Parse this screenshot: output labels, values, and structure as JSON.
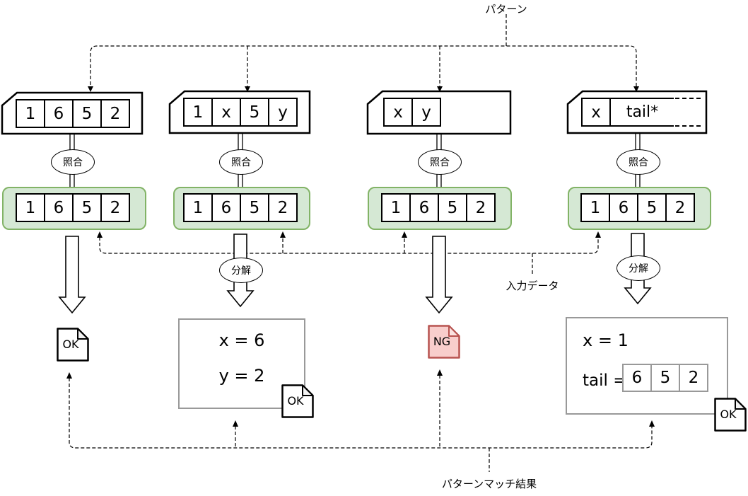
{
  "labels": {
    "pattern": "パターン",
    "input_data": "入力データ",
    "result": "パターンマッチ結果",
    "match": "照合",
    "decompose": "分解"
  },
  "colors": {
    "input_fill": "#d5e8d4",
    "input_border": "#82b366",
    "ng_fill": "#f8cecc",
    "ng_border": "#b85450",
    "result_box_border": "#999999"
  },
  "columns": [
    {
      "pattern_cells": [
        "1",
        "6",
        "5",
        "2"
      ],
      "input_cells": [
        "1",
        "6",
        "5",
        "2"
      ],
      "result": {
        "type": "doc",
        "doc_label": "OK"
      }
    },
    {
      "pattern_cells": [
        "1",
        "x",
        "5",
        "y"
      ],
      "input_cells": [
        "1",
        "6",
        "5",
        "2"
      ],
      "result": {
        "type": "box",
        "lines": [
          "x = 6",
          "y = 2"
        ],
        "doc_label": "OK"
      }
    },
    {
      "pattern_cells": [
        "x",
        "y"
      ],
      "input_cells": [
        "1",
        "6",
        "5",
        "2"
      ],
      "result": {
        "type": "doc",
        "doc_label": "NG"
      }
    },
    {
      "pattern_cells": [
        "x",
        "tail*"
      ],
      "input_cells": [
        "1",
        "6",
        "5",
        "2"
      ],
      "result": {
        "type": "box",
        "line": "x = 1",
        "tail_label": "tail =",
        "tail_cells": [
          "6",
          "5",
          "2"
        ],
        "doc_label": "OK"
      }
    }
  ]
}
